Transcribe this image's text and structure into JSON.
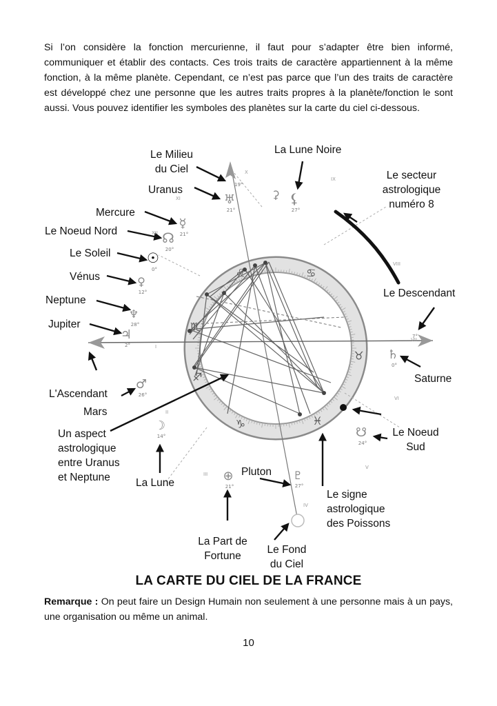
{
  "intro": "Si l’on considère la fonction mercurienne, il faut pour s’adapter être bien informé, communiquer et établir des contacts. Ces trois traits de caractère appartiennent à la même fonction, à la même planète. Cependant, ce n’est pas parce que l’un des traits de caractère est développé chez une personne que les autres traits propres à la planète/fonction le sont aussi. Vous pouvez identifier les symboles des planètes sur la carte du ciel ci-dessous.",
  "labels": {
    "milieu_du_ciel": [
      "Le Milieu",
      "du Ciel"
    ],
    "uranus": "Uranus",
    "mercure": "Mercure",
    "noeud_nord": "Le Noeud Nord",
    "soleil": "Le Soleil",
    "venus": "Vénus",
    "neptune": "Neptune",
    "jupiter": "Jupiter",
    "ascendant": "L'Ascendant",
    "mars": "Mars",
    "aspect": [
      "Un aspect",
      "astrologique",
      "entre Uranus",
      "et Neptune"
    ],
    "lune": "La Lune",
    "part_de_fortune": [
      "La Part de",
      "Fortune"
    ],
    "pluton": "Pluton",
    "fond_du_ciel": [
      "Le Fond",
      "du Ciel"
    ],
    "signe_poissons": [
      "Le signe",
      "astrologique",
      "des Poissons"
    ],
    "noeud_sud": [
      "Le Noeud",
      "Sud"
    ],
    "saturne": "Saturne",
    "descendant": "Le Descendant",
    "secteur_8": [
      "Le secteur",
      "astrologique",
      "numéro 8"
    ],
    "lune_noire": "La Lune Noire"
  },
  "figure_title": "LA CARTE DU CIEL DE LA FRANCE",
  "note_label": "Remarque :",
  "note_text": " On peut faire un Design Humain non seulement à une personne mais à un pays, une organisation ou même un animal.",
  "page_number": "10",
  "glyphs": {
    "zodiac": [
      "♌",
      "♋",
      "♉",
      "♓",
      "♑",
      "♐",
      "♏"
    ],
    "uranus": "♅",
    "mercure": "☿",
    "noeud_nord": "☊",
    "soleil": "☉",
    "venus": "♀",
    "neptune": "♆",
    "jupiter": "♃",
    "mars": "♂",
    "lune": "☽",
    "part_de_fortune": "⊕",
    "pluton": "♇",
    "noeud_sud": "☋",
    "saturne": "♄",
    "lune_noire": "⚸",
    "ceres": "⚳"
  },
  "degrees": {
    "uranus": "21°",
    "mercure": "21°",
    "noeud_nord": "20°",
    "soleil": "0°",
    "venus": "12°",
    "neptune": "28°",
    "jupiter": "2°",
    "mars": "26°",
    "lune": "14°",
    "part_de_fortune": "21°",
    "pluton": "27°",
    "noeud_sud": "24°",
    "saturne": "0°",
    "milieu": "19°",
    "lune_noire": "27°",
    "descendant": "7°"
  },
  "houses": [
    "IX",
    "VIII",
    "VII",
    "VI",
    "V",
    "IV",
    "X",
    "XI",
    "XII",
    "I",
    "II",
    "III"
  ]
}
